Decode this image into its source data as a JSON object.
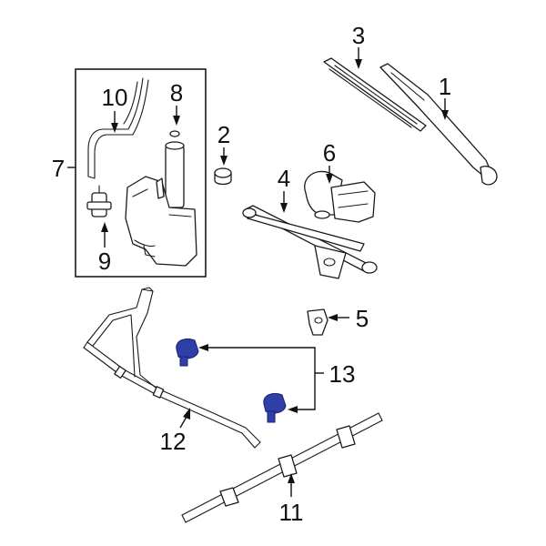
{
  "callouts": {
    "c1": "1",
    "c2": "2",
    "c3": "3",
    "c4": "4",
    "c5": "5",
    "c6": "6",
    "c7": "7",
    "c8": "8",
    "c9": "9",
    "c10": "10",
    "c11": "11",
    "c12": "12",
    "c13": "13"
  },
  "colors": {
    "highlight": "#2e3fa8",
    "line": "#1a1a1a",
    "background": "#ffffff"
  }
}
